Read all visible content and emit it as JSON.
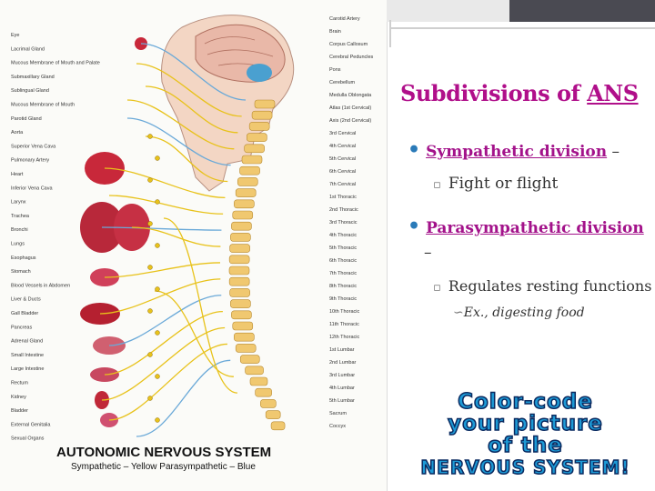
{
  "slide": {
    "title_main": "Subdivisions of ",
    "title_und": "ANS",
    "bullet1_text": "Sympathetic division",
    "bullet1_dash": " –",
    "sub1": "Fight or flight",
    "bullet2_text": "Parasympathetic division",
    "bullet2_dash": "–",
    "sub2": "Regulates resting functions",
    "subsub2": "Ex., digesting food",
    "callout_l1": "Color-code",
    "callout_l2": "your picture",
    "callout_l3": "of the",
    "callout_l4": "NERVOUS SYSTEM!"
  },
  "poster": {
    "title": "AUTONOMIC NERVOUS SYSTEM",
    "subtitle": "Sympathetic – Yellow     Parasympathetic – Blue",
    "left_labels": [
      "Eye",
      "Lacrimal Gland",
      "Mucous Membrane of Mouth and Palate",
      "Submaxillary Gland",
      "Sublingual Gland",
      "Mucous Membrane of Mouth",
      "Parotid Gland",
      "Aorta",
      "Superior Vena Cava",
      "Pulmonary Artery",
      "Heart",
      "Inferior Vena Cava",
      "Larynx",
      "Trachea",
      "Bronchi",
      "Lungs",
      "Esophagus",
      "Stomach",
      "Blood Vessels in Abdomen",
      "Liver & Ducts",
      "Gall Bladder",
      "Pancreas",
      "Adrenal Gland",
      "Small Intestine",
      "Large Intestine",
      "Rectum",
      "Kidney",
      "Bladder",
      "External Genitalia",
      "Sexual Organs"
    ],
    "right_labels": [
      "Carotid Artery",
      "Brain",
      "Corpus Callosum",
      "Cerebral Peduncles",
      "Pons",
      "Cerebellum",
      "Medulla Oblongata",
      "Atlas (1st Cervical)",
      "Axis (2nd Cervical)",
      "3rd Cervical",
      "4th Cervical",
      "5th Cervical",
      "6th Cervical",
      "7th Cervical",
      "1st Thoracic",
      "2nd Thoracic",
      "3rd Thoracic",
      "4th Thoracic",
      "5th Thoracic",
      "6th Thoracic",
      "7th Thoracic",
      "8th Thoracic",
      "9th Thoracic",
      "10th Thoracic",
      "11th Thoracic",
      "12th Thoracic",
      "1st Lumbar",
      "2nd Lumbar",
      "3rd Lumbar",
      "4th Lumbar",
      "5th Lumbar",
      "Sacrum",
      "Coccyx"
    ],
    "colors": {
      "sympathetic": "#e8c21a",
      "parasympathetic": "#6aa9d8",
      "organ": "#c8283a",
      "bone": "#f0c870"
    }
  }
}
